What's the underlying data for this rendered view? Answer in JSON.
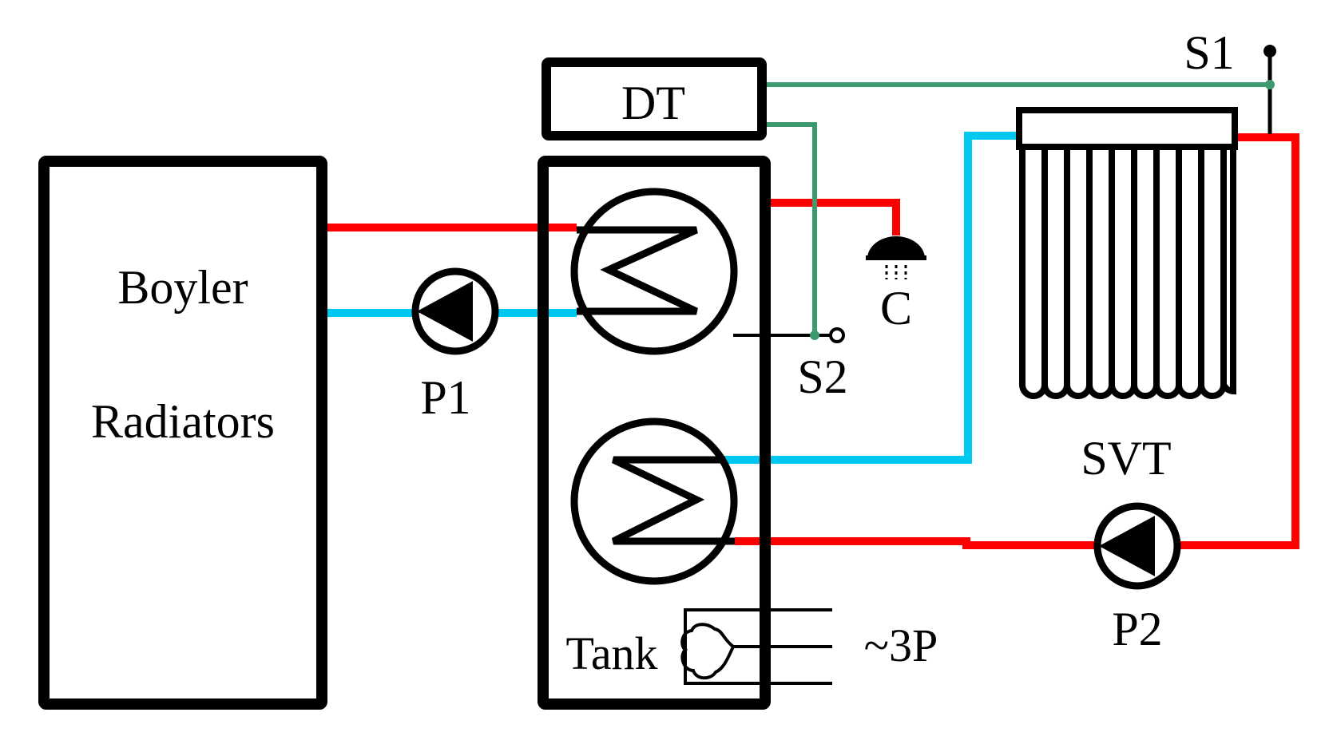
{
  "labels": {
    "boiler": "Boyler",
    "radiators": "Radiators",
    "pump1": "P1",
    "pump2": "P2",
    "dt": "DT",
    "tank": "Tank",
    "sensor1": "S1",
    "sensor2": "S2",
    "consumer": "C",
    "collector": "SVT",
    "power": "~3P"
  },
  "colors": {
    "hot": "#ff0000",
    "cold": "#00c8f0",
    "signal": "#3c9a6e",
    "outline": "#000000"
  },
  "icons": {
    "pump": "circulation-pump-icon",
    "shower": "shower-icon",
    "heater": "electric-heater-icon",
    "collector": "solar-collector-icon",
    "sensor": "temperature-sensor-icon"
  }
}
